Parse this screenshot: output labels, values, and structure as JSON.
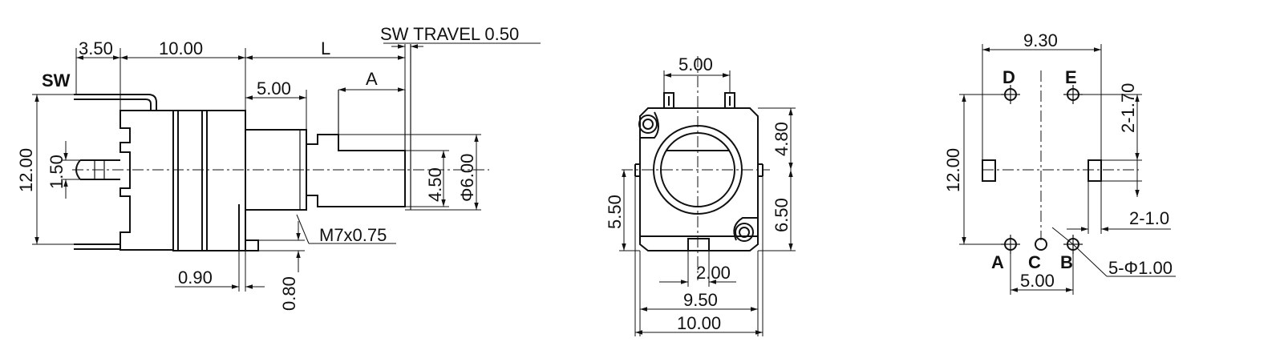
{
  "side_view": {
    "sw_label": "SW",
    "sw_travel": "SW TRAVEL 0.50",
    "dim_3_50": "3.50",
    "dim_10_00": "10.00",
    "dim_L": "L",
    "dim_5_00": "5.00",
    "dim_A": "A",
    "dim_12_00": "12.00",
    "dim_1_50": "1.50",
    "dim_4_50": "4.50",
    "dim_phi6": "Φ6.00",
    "thread": "M7x0.75",
    "dim_0_90": "0.90",
    "dim_0_80": "0.80"
  },
  "front_view": {
    "dim_5_00": "5.00",
    "dim_4_80": "4.80",
    "dim_6_50": "6.50",
    "dim_5_50": "5.50",
    "dim_2_00": "2.00",
    "dim_9_50": "9.50",
    "dim_10_00": "10.00"
  },
  "pin_view": {
    "dim_9_30": "9.30",
    "pin_D": "D",
    "pin_E": "E",
    "pin_A": "A",
    "pin_C": "C",
    "pin_B": "B",
    "dim_2_1_70": "2-1.70",
    "dim_2_1_0": "2-1.0",
    "dim_12_00": "12.00",
    "dim_5_phi": "5-Φ1.00",
    "dim_5_00": "5.00"
  }
}
